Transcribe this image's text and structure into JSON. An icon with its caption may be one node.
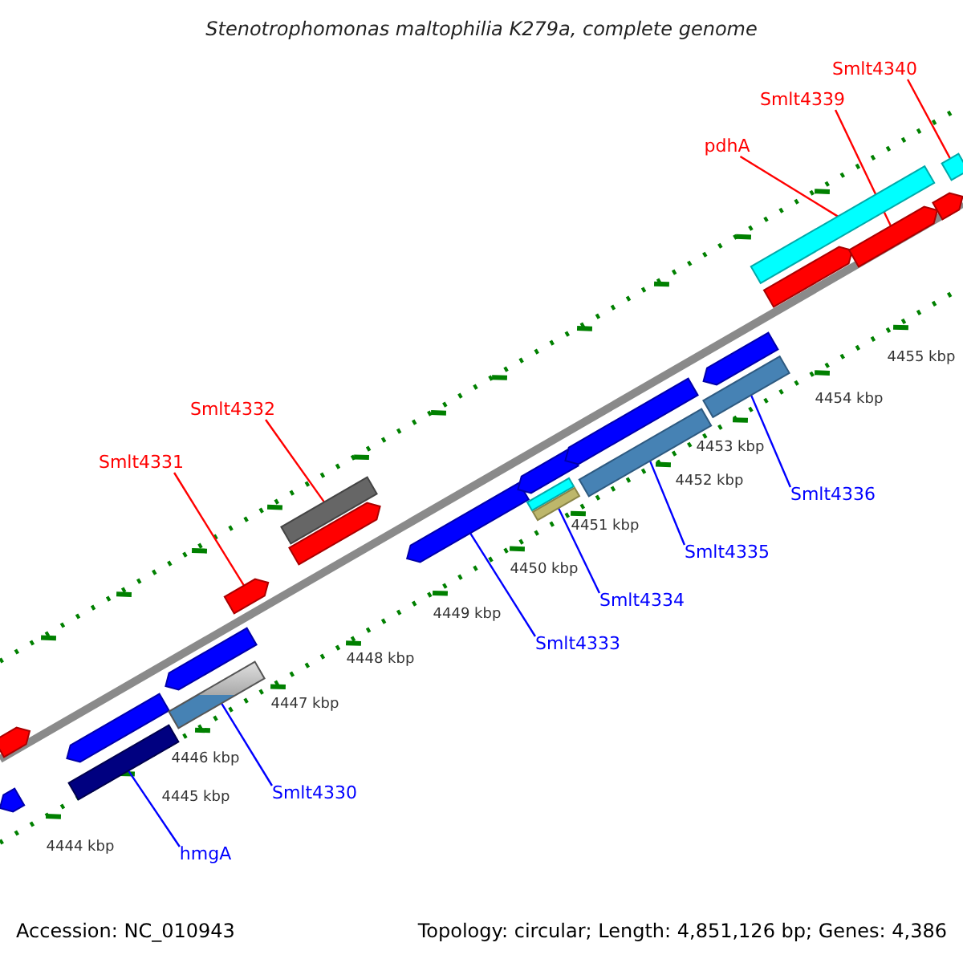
{
  "diagram": {
    "title": "Stenotrophomonas maltophilia K279a, complete genome",
    "nodes": [
      {
        "text": [
          "Smlt4340"
        ]
      },
      {
        "text": [
          "Smlt4339"
        ]
      },
      {
        "text": [
          "pdhA"
        ]
      },
      {
        "text": [
          "Smlt4332"
        ]
      },
      {
        "text": [
          "Smlt4331"
        ]
      },
      {
        "text": [
          "Smlt4336"
        ]
      },
      {
        "text": [
          "Smlt4335"
        ]
      },
      {
        "text": [
          "Smlt4334"
        ]
      },
      {
        "text": [
          "Smlt4333"
        ]
      },
      {
        "text": [
          "Smlt4330"
        ]
      },
      {
        "text": [
          "hmgA"
        ]
      },
      {
        "text": [],
        "shape": "arrow"
      },
      {
        "text": [],
        "shape": "arrow"
      },
      {
        "text": [],
        "shape": "arrow"
      },
      {
        "text": [],
        "shape": "bar"
      },
      {
        "text": [],
        "shape": "arrow"
      },
      {
        "text": [],
        "shape": "bar"
      },
      {
        "text": [],
        "shape": "arrow"
      },
      {
        "text": [],
        "shape": "bar"
      },
      {
        "text": [],
        "shape": "arrow"
      },
      {
        "text": [],
        "shape": "arrow"
      },
      {
        "text": [],
        "shape": "arrow"
      },
      {
        "text": [],
        "shape": "bar"
      },
      {
        "text": [],
        "shape": "bar"
      },
      {
        "text": [],
        "shape": "arrow"
      },
      {
        "text": [],
        "shape": "bar"
      },
      {
        "text": [],
        "shape": "arrow"
      },
      {
        "text": [],
        "shape": "bar"
      },
      {
        "text": [],
        "shape": "arrow"
      },
      {
        "text": [],
        "shape": "bar"
      },
      {
        "text": [],
        "shape": "arrow"
      },
      {
        "text": [],
        "shape": "arrow"
      },
      {
        "text": [],
        "shape": "bar"
      }
    ],
    "edges": [
      {
        "from": 0,
        "to": 32,
        "arrow": "none",
        "color": "#ff0000"
      },
      {
        "from": 1,
        "to": 30,
        "arrow": "none",
        "color": "#ff0000"
      },
      {
        "from": 2,
        "to": 29,
        "arrow": "none",
        "color": "#ff0000"
      },
      {
        "from": 3,
        "to": 18,
        "arrow": "none",
        "color": "#ff0000"
      },
      {
        "from": 4,
        "to": 17,
        "arrow": "none",
        "color": "#ff0000"
      },
      {
        "from": 5,
        "to": 27,
        "arrow": "none"
      },
      {
        "from": 6,
        "to": 25,
        "arrow": "none"
      },
      {
        "from": 7,
        "to": 23,
        "arrow": "none"
      },
      {
        "from": 8,
        "to": 20,
        "arrow": "none"
      },
      {
        "from": 9,
        "to": 16,
        "arrow": "none"
      },
      {
        "from": 10,
        "to": 14,
        "arrow": "none"
      }
    ],
    "labels": [
      "4444 kbp",
      "4445 kbp",
      "4446 kbp",
      "4447 kbp",
      "4448 kbp",
      "4449 kbp",
      "4450 kbp",
      "4451 kbp",
      "4452 kbp",
      "4453 kbp",
      "4454 kbp",
      "4455 kbp",
      "Accession: NC_010943",
      "Topology: circular; Length: 4,851,126 bp; Genes: 4,386"
    ]
  }
}
